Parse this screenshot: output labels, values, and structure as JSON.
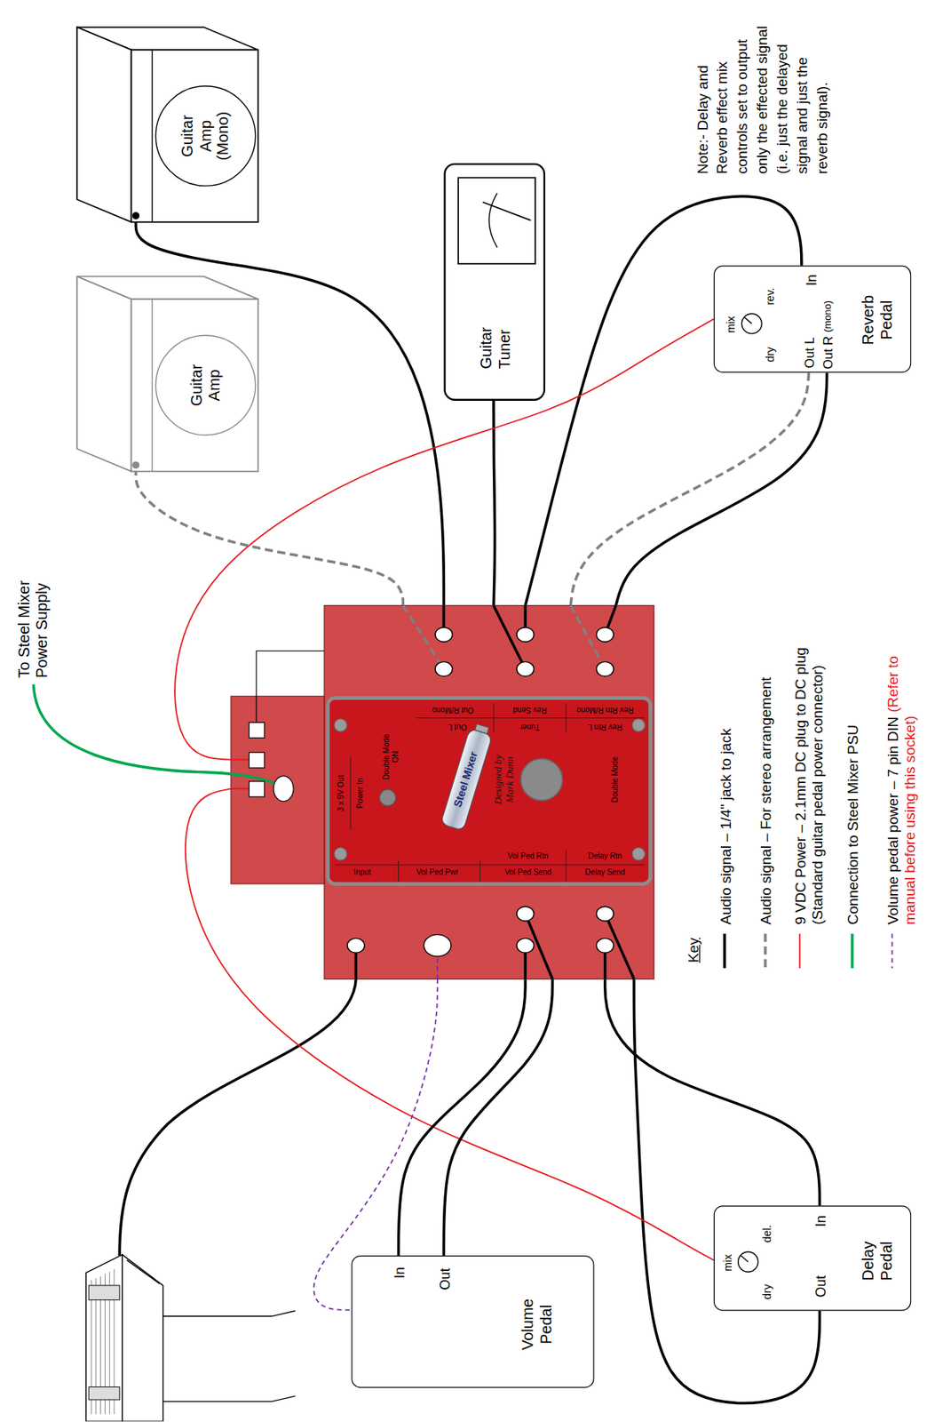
{
  "diagram": {
    "nodes": [
      {
        "text": [
          "Guitar Amp (Mono)"
        ]
      },
      {
        "text": [
          "Guitar Amp"
        ]
      },
      {
        "text": [
          "Guitar Tuner"
        ]
      },
      {
        "text": [
          "Reverb Pedal",
          "In",
          "Out L",
          "Out R",
          "(mono)",
          "mix",
          "dry",
          "rev."
        ]
      },
      {
        "text": [
          "Out R/Mono",
          "Rev Send",
          "Rev Rtn R/Mono",
          "Out L",
          "Tuner",
          "Rev Rtn L",
          "3 x 9V Out",
          "Power In",
          "Double Mode ON",
          "Steel Mixer",
          "Designed by Mark Dunn",
          "Double Mode",
          "Vol Ped Rtn",
          "Delay Rtn",
          "Input",
          "Vol Ped Pwr",
          "Vol Ped Send",
          "Delay Send"
        ]
      },
      {
        "text": [
          "Volume Pedal",
          "In",
          "Out"
        ]
      },
      {
        "text": [
          "Delay Pedal",
          "In",
          "Out",
          "mix",
          "dry",
          "del."
        ]
      }
    ],
    "edges": [
      {
        "from": 4,
        "to": 0,
        "arrow": "none"
      },
      {
        "from": 4,
        "to": 1,
        "arrow": "none"
      },
      {
        "from": 4,
        "to": 2,
        "arrow": "none"
      },
      {
        "from": 4,
        "to": 3,
        "arrow": "none"
      },
      {
        "from": 3,
        "to": 4,
        "arrow": "none"
      },
      {
        "from": 3,
        "to": 4,
        "arrow": "none"
      },
      {
        "from": 4,
        "to": 3,
        "arrow": "none"
      },
      {
        "from": 4,
        "to": 6,
        "arrow": "none"
      },
      {
        "from": 6,
        "to": 4,
        "arrow": "none"
      },
      {
        "from": 4,
        "to": 6,
        "arrow": "none"
      },
      {
        "from": 4,
        "to": 5,
        "arrow": "none"
      },
      {
        "from": 5,
        "to": 4,
        "arrow": "none"
      },
      {
        "from": 4,
        "to": 5,
        "arrow": "none"
      }
    ],
    "labels": [
      "To Steel Mixer Power Supply",
      "Note:- Delay and Reverb effect mix controls set to output only the effected signal (i.e. just the delayed signal and just the reverb signal).",
      "Key",
      "(Refer to manual before using this socket)"
    ],
    "legend": [
      {
        "text": "Audio signal – 1/4\" jack to jack"
      },
      {
        "text": "Audio signal – For stereo arrangement"
      },
      {
        "text": "9 VDC Power – 2.1mm DC plug to DC plug (Standard guitar pedal power connector)"
      },
      {
        "text": "Connection to Steel Mixer PSU"
      },
      {
        "text": "Volume pedal power – 7 pin DIN"
      }
    ]
  }
}
